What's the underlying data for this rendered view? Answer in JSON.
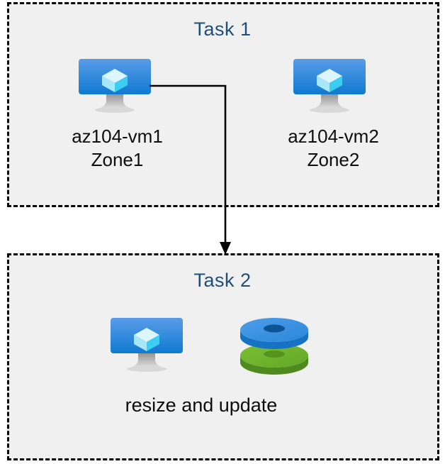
{
  "diagram": {
    "background_color": "#ffffff",
    "box_fill_color": "#f0f0f0",
    "box_border_color": "#000000",
    "title_color": "#1f4e79",
    "label_color": "#0d0d0d",
    "connector_color": "#000000"
  },
  "task1": {
    "title": "Task 1",
    "nodes": [
      {
        "icon": "azure-virtual-machine-icon",
        "label": "az104-vm1\nZone1",
        "name": "az104-vm1",
        "zone": "Zone1"
      },
      {
        "icon": "azure-virtual-machine-icon",
        "label": "az104-vm2\nZone2",
        "name": "az104-vm2",
        "zone": "Zone2"
      }
    ]
  },
  "task2": {
    "title": "Task 2",
    "caption": "resize and update",
    "nodes": [
      {
        "icon": "azure-virtual-machine-icon"
      },
      {
        "icon": "azure-disks-icon"
      }
    ]
  },
  "connector": {
    "from": "az104-vm1",
    "to": "Task 2",
    "arrow": "down-arrow-icon"
  },
  "icon_colors": {
    "vm_screen_top": "#5a9ce8",
    "vm_screen_bottom": "#0f7ad1",
    "vm_cube_light": "#d6f3fd",
    "vm_cube_mid": "#8fe2f7",
    "vm_cube_dark": "#35cdf2",
    "vm_stand": "#9e9e9e",
    "disk_blue_top": "#3b94e0",
    "disk_blue_side": "#1673c4",
    "disk_blue_hole": "#0b5495",
    "disk_green_top": "#6cb32b",
    "disk_green_side": "#4f8a1e",
    "disk_green_hole": "#54901f"
  }
}
